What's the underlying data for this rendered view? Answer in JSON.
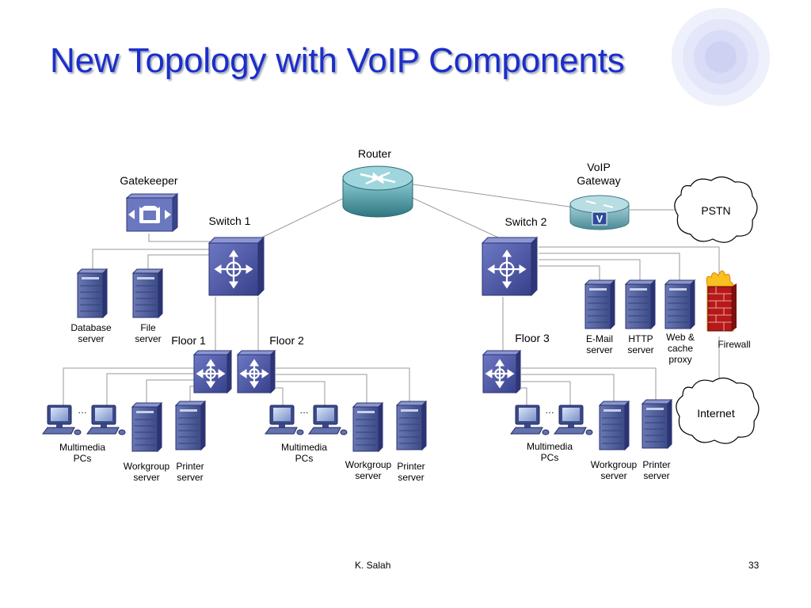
{
  "slide": {
    "title": "New Topology with VoIP Components",
    "author": "K. Salah",
    "page_number": "33"
  },
  "nodes": {
    "router": "Router",
    "gatekeeper": "Gatekeeper",
    "voip_gateway": "VoIP\nGateway",
    "pstn": "PSTN",
    "internet": "Internet",
    "switch1": "Switch 1",
    "switch2": "Switch 2",
    "floor1": "Floor 1",
    "floor2": "Floor 2",
    "floor3": "Floor 3",
    "database_server": "Database\nserver",
    "file_server": "File\nserver",
    "email_server": "E-Mail\nserver",
    "http_server": "HTTP\nserver",
    "web_cache_proxy": "Web &\ncache\nproxy",
    "firewall": "Firewall",
    "multimedia_pcs": "Multimedia\nPCs",
    "workgroup_server": "Workgroup\nserver",
    "printer_server": "Printer\nserver",
    "ellipsis": "…"
  },
  "colors": {
    "title": "#1c2ec8",
    "switch": "#4a55a8",
    "server": "#4a5a98",
    "router": "#3f8f98",
    "firewall": "#b81818",
    "decor_circle": "#d8daf6"
  }
}
